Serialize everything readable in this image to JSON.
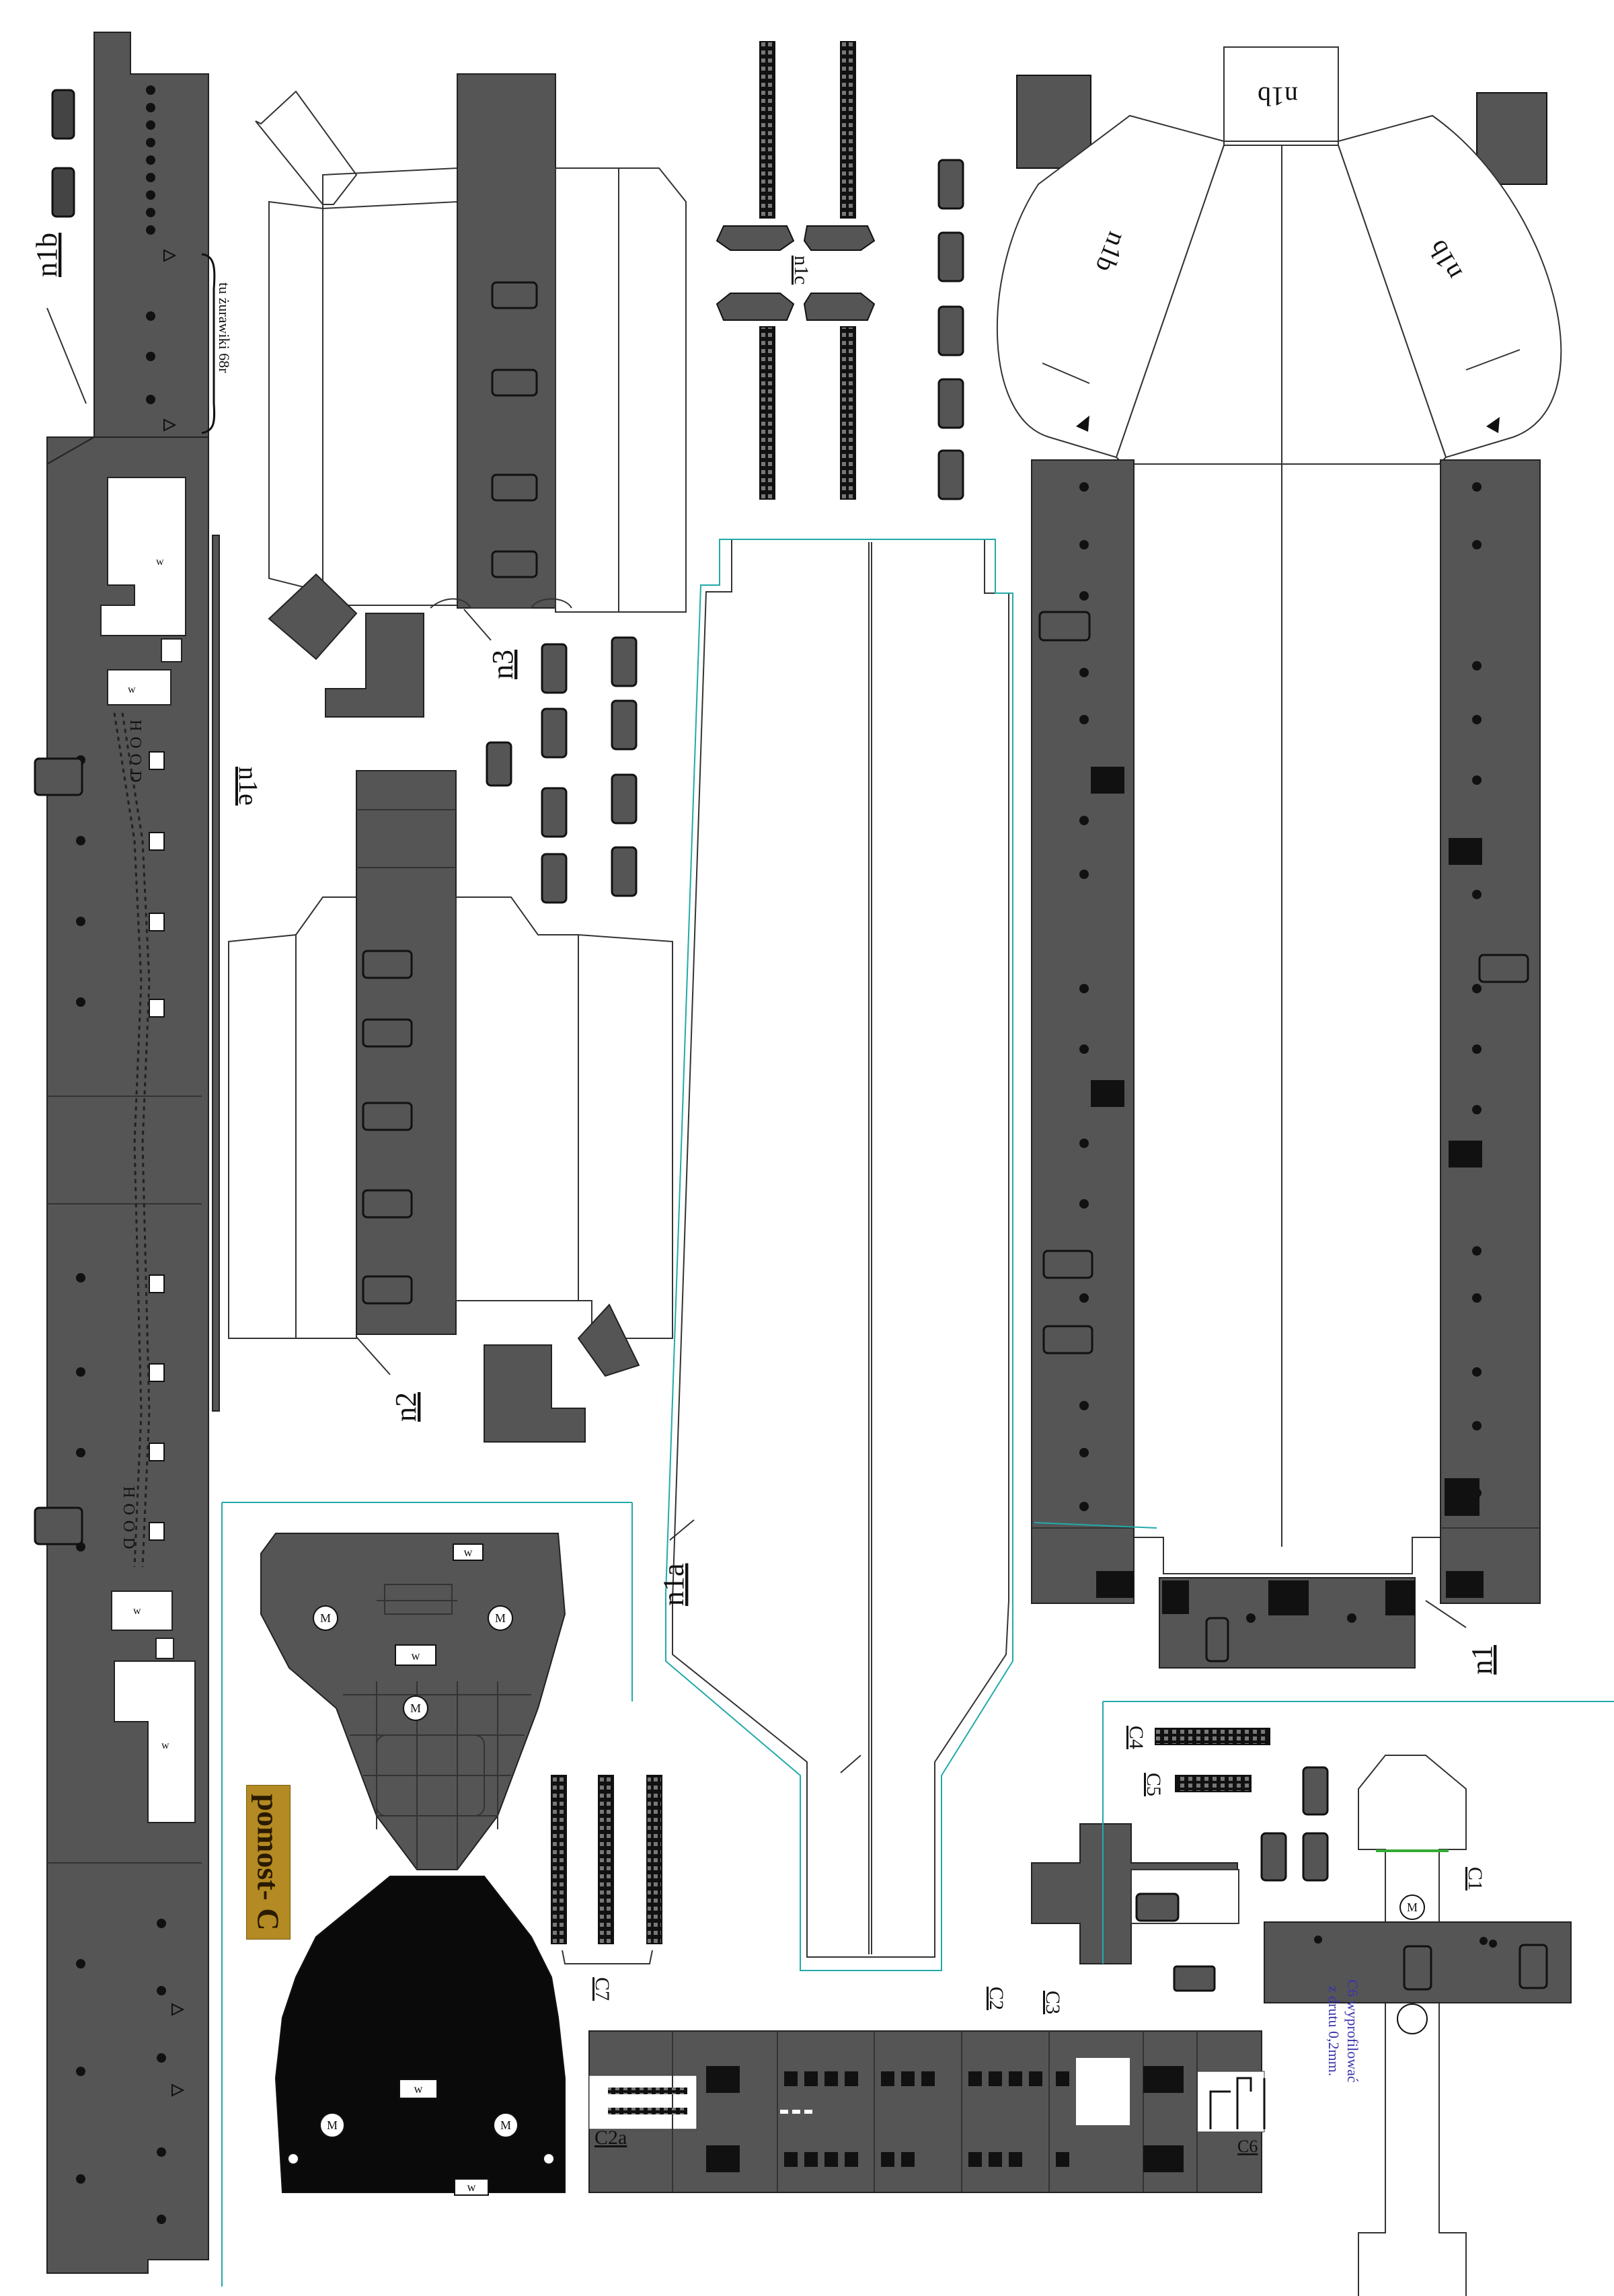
{
  "sheet": {
    "title": "pomost- C",
    "labels": {
      "n1b_left": "n1b",
      "crane_note": "tu żurawiki 68r",
      "n1e": "n1e",
      "n3": "n3",
      "n2": "n2",
      "n1c": "n1c",
      "n1a": "n1a",
      "n1": "n1",
      "n1b_top": "n1b",
      "n1b_mid_left": "n1b",
      "n1b_mid_right": "n1b",
      "hood_upper": "HOOD",
      "hood_lower": "HOOD",
      "c1": "C1",
      "c2": "C2",
      "c2a": "C2a",
      "c3": "C3",
      "c4": "C4",
      "c5": "C5",
      "c6": "C6",
      "c7": "C7",
      "w": "w",
      "m": "M"
    },
    "note_line1": "C6 wyprofilować",
    "note_line2": "z drutu 0,2mm."
  },
  "colors": {
    "part_grey": "#555556",
    "dark": "#2b2b2b",
    "black": "#0a0a0a",
    "outline": "#333333",
    "gold_label": "#b38a23",
    "note_blue": "#3a33aa"
  }
}
